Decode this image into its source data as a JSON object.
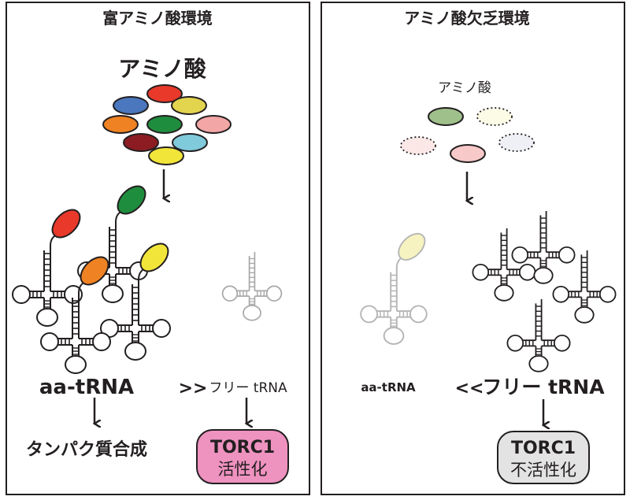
{
  "left_panel": {
    "title": "富アミノ酸環境",
    "amino_label": "アミノ酸",
    "amino_colors": [
      "#e8392a",
      "#4a77bd",
      "#e3d44e",
      "#ef8222",
      "#1f8d3e",
      "#f3a6a6",
      "#8c1c22",
      "#7fcadb",
      "#f2e53a"
    ],
    "trna_colors": [
      "#e8392a",
      "#1f8d3e",
      "#ef8222",
      "#f2e53a"
    ],
    "aa_trna": "aa-tRNA",
    "comparison": ">>",
    "free_trna": "フリー tRNA",
    "outcome": "タンパク質合成",
    "torc1_label": "TORC1",
    "torc1_state": "活性化",
    "torc1_color": "#ee92c0"
  },
  "right_panel": {
    "title": "アミノ酸欠乏環境",
    "amino_label": "アミノ酸",
    "amino_colors": [
      "#9fc08a",
      "#fbfbe6",
      "#fbe8e6",
      "#f7c9c9",
      "#eef0f6"
    ],
    "trna_color": "#f7f3c0",
    "aa_trna": "aa-tRNA",
    "comparison": "<<",
    "free_trna": "フリー tRNA",
    "torc1_label": "TORC1",
    "torc1_state": "不活性化",
    "torc1_color": "#e3e3e3"
  }
}
